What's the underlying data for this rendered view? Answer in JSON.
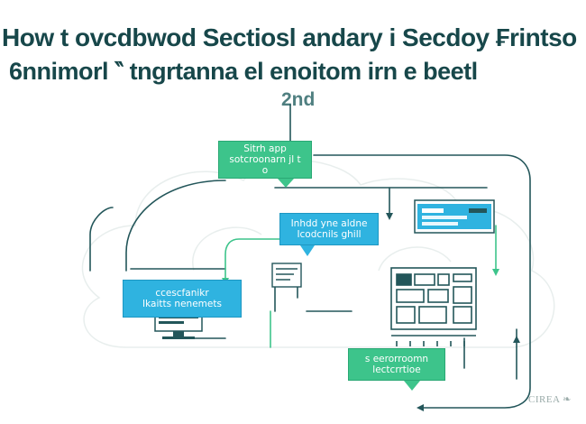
{
  "title": {
    "line1": "How t ovcdbwod Sectiosl andary i Secdoy ₣rintso",
    "line2": "6nnimorl ‶ tngrtanna el enoitom irn e beetl"
  },
  "subtitle": "2nd",
  "boxes": {
    "top_green": {
      "lines": [
        "Sitrh app",
        "sotcroonarn jl t",
        "o"
      ]
    },
    "middle_blue": {
      "lines": [
        "Inhdd yne aldne",
        "Icodcnils ghill"
      ]
    },
    "left_blue": {
      "lines": [
        "ccescfanikr",
        "Ikaitts nenemets"
      ]
    },
    "bottom_green": {
      "lines": [
        "s eerorroomn",
        "lectcrrtioe"
      ]
    }
  },
  "watermark": "CIREA",
  "colors": {
    "title": "#17474a",
    "green": "#3dc48b",
    "blue": "#2fb3e0",
    "line_dark": "#23565a",
    "line_green": "#3dc48b",
    "line_blue": "#2fb3e0"
  }
}
